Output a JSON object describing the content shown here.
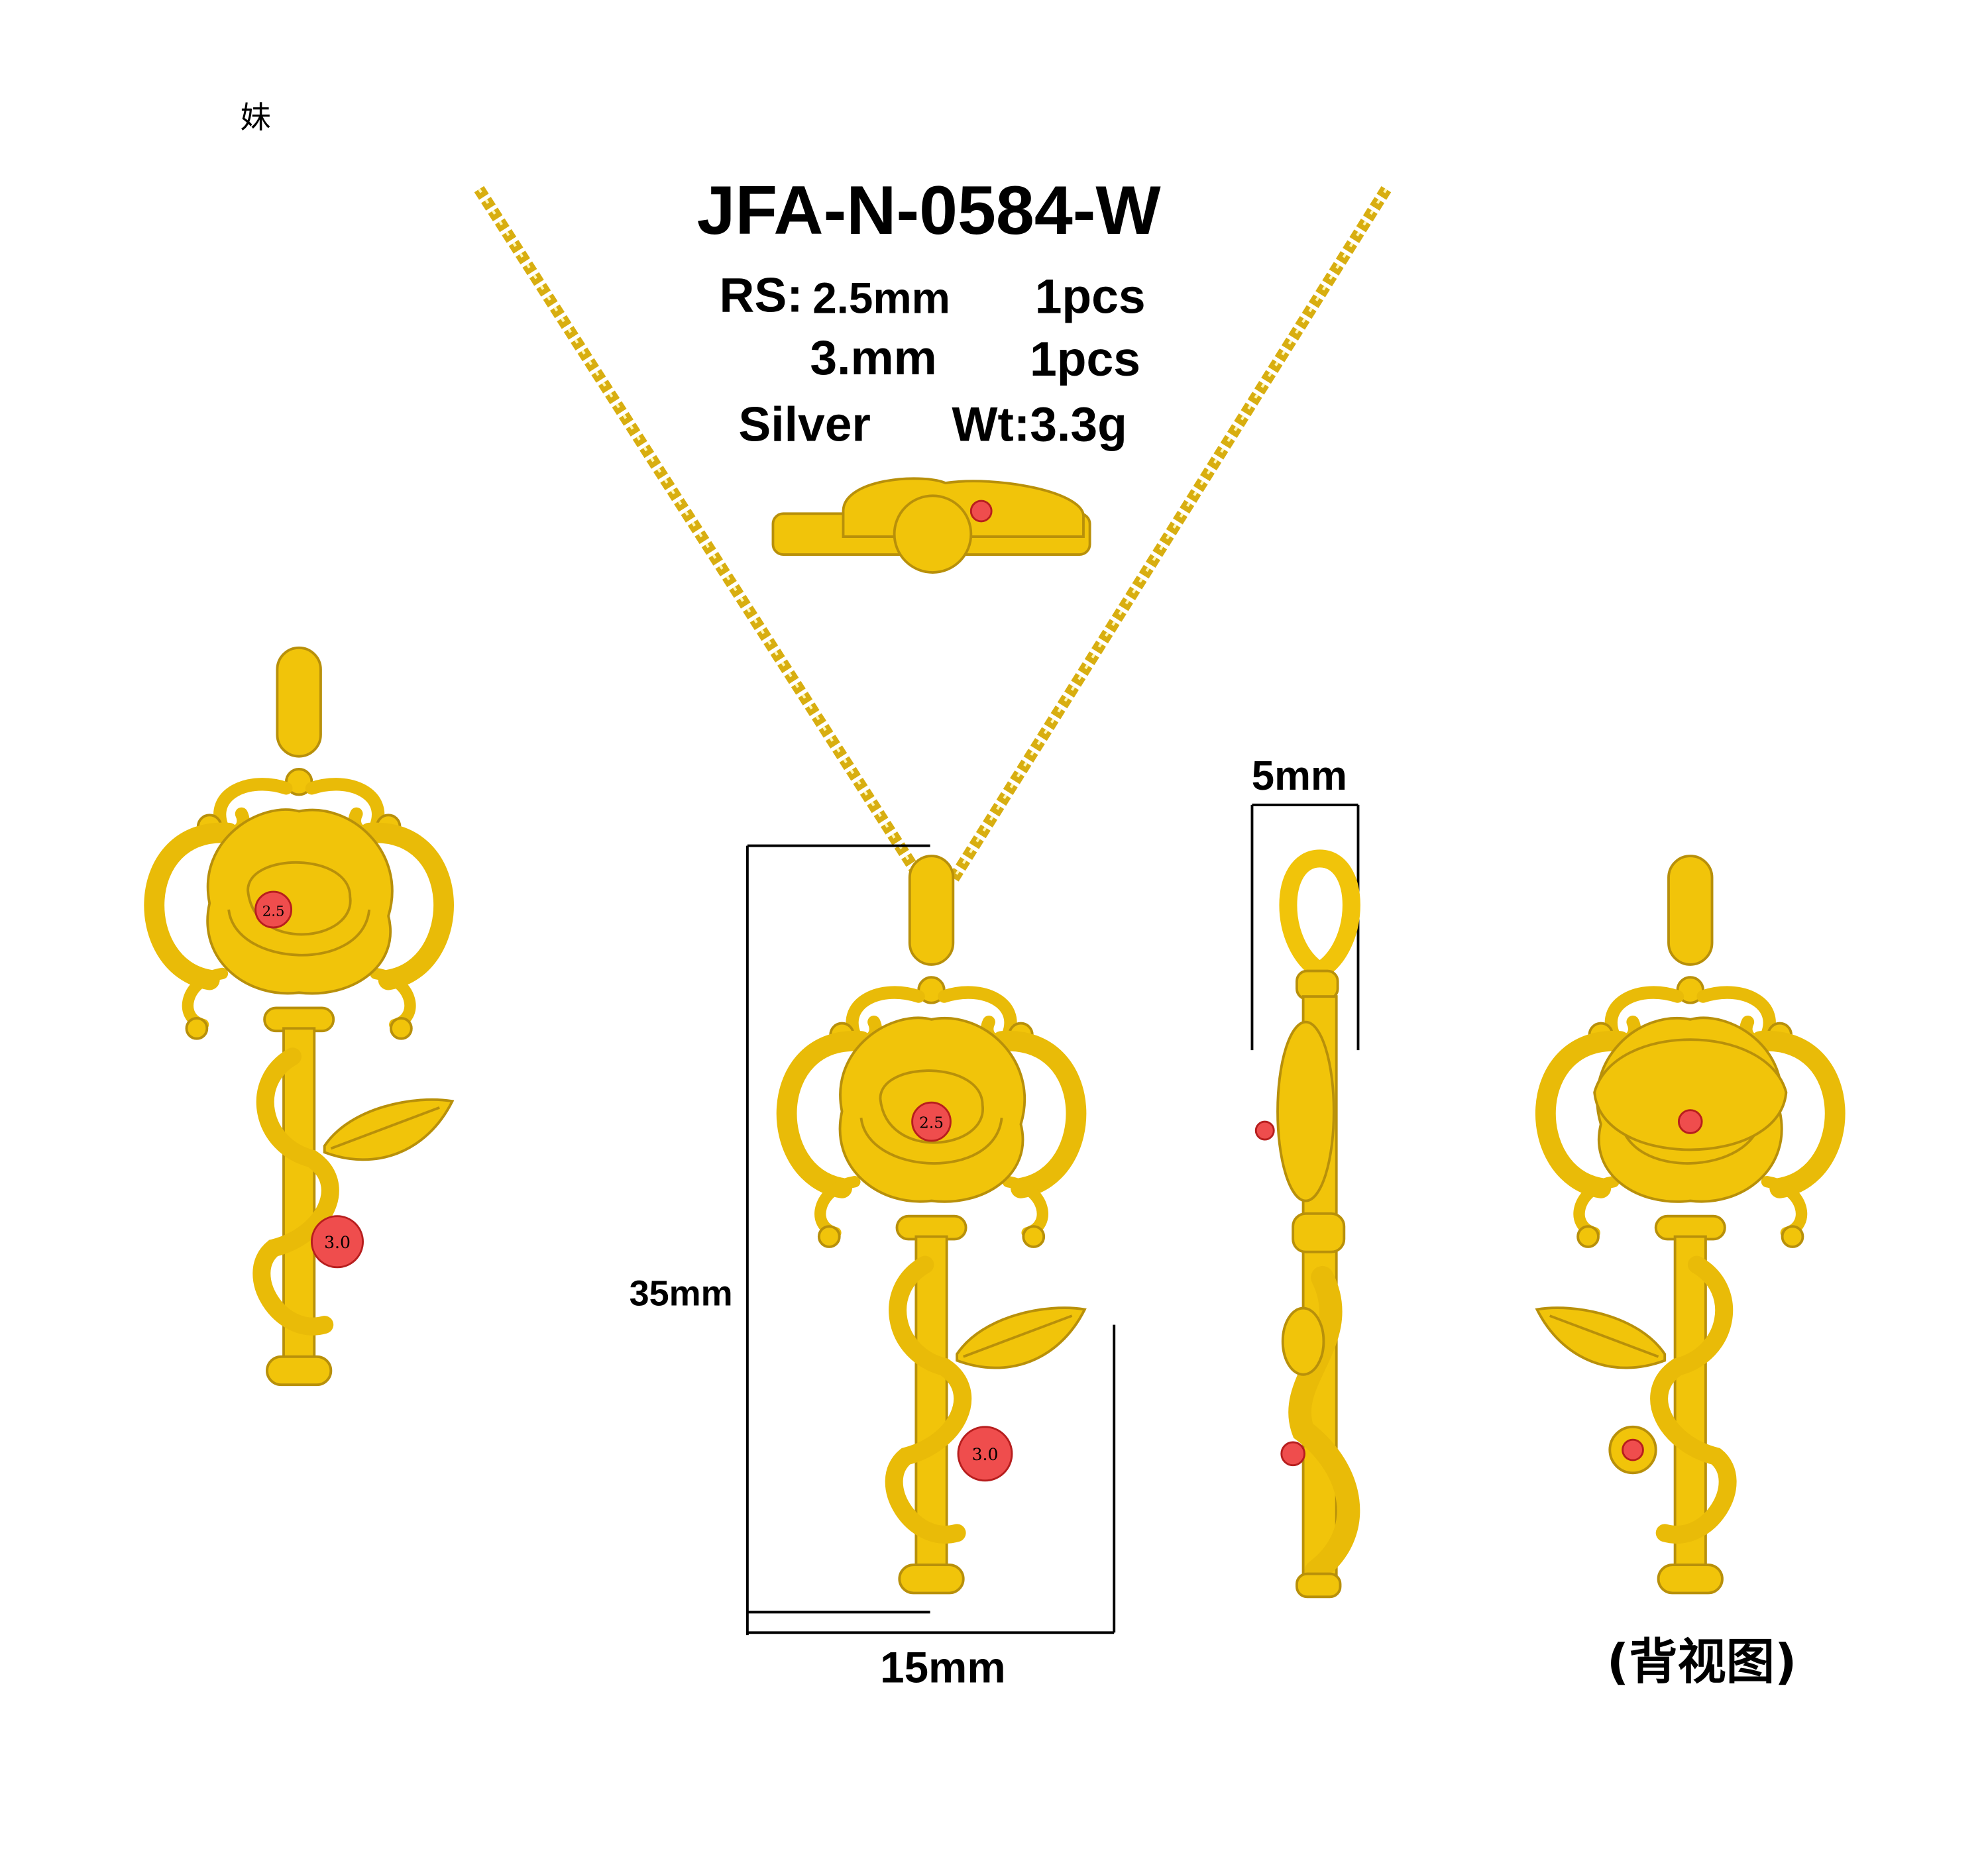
{
  "corner_mark": "妹",
  "model_code": "JFA-N-0584-W",
  "specs": {
    "stone_label": "RS:",
    "stone1_size": "2.5mm",
    "stone1_qty": "1pcs",
    "stone2_size": "3.mm",
    "stone2_qty": "1pcs",
    "material": "Silver",
    "weight": "Wt:3.3g"
  },
  "stone_marks": {
    "small": "2.5",
    "large": "3.0"
  },
  "dimensions": {
    "height": "35mm",
    "width": "15mm",
    "thickness": "5mm"
  },
  "back_view_label": "(背视图)",
  "colors": {
    "gold": "#f1c40a",
    "stone": "#ef4d4d",
    "chain": "#d8ae10"
  }
}
